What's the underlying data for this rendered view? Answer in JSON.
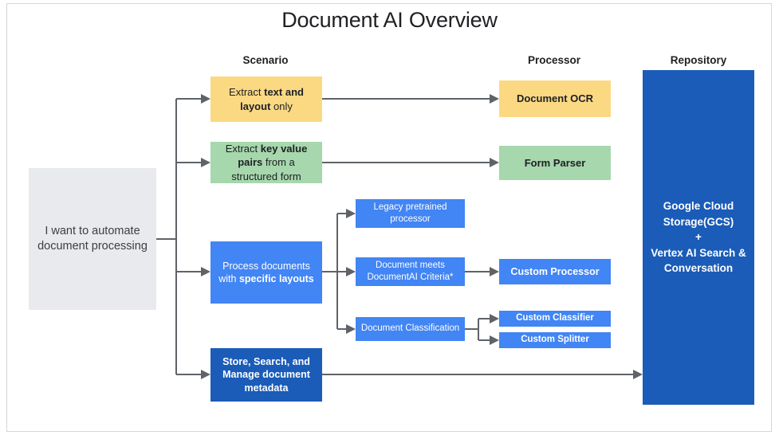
{
  "title": "Document AI Overview",
  "colors": {
    "yellow": "#fbd983",
    "green": "#a6d7ad",
    "blue": "#4285f4",
    "dark_blue": "#1a5cb8",
    "grey": "#e8eaed",
    "connector": "#5f6368",
    "frame": "#d6d6d6"
  },
  "columns": [
    {
      "key": "scenario",
      "label": "Scenario"
    },
    {
      "key": "processor",
      "label": "Processor"
    },
    {
      "key": "repository",
      "label": "Repository"
    }
  ],
  "nodes": {
    "start": {
      "name": "i-want-to-automate-document-processing",
      "text": "I want to automate document processing",
      "color": "grey"
    },
    "scenario_text_layout": {
      "name": "extract-text-and-layout-only",
      "text_prefix": "Extract ",
      "text_bold": "text and layout",
      "text_suffix": " only",
      "color": "yellow"
    },
    "scenario_key_value": {
      "name": "extract-key-value-pairs-from-a-structured-form",
      "text_prefix": "Extract ",
      "text_bold": "key value pairs",
      "text_suffix": " from a structured form",
      "color": "green"
    },
    "scenario_specific_layouts": {
      "name": "process-documents-with-specific-layouts",
      "text_prefix": "Process documents with ",
      "text_bold": "specific layouts",
      "text_suffix": "",
      "color": "blue"
    },
    "scenario_store_search_manage": {
      "name": "store-search-and-manage-document-metadata",
      "text_prefix": "",
      "text_bold": "Store, Search, and Manage",
      "text_suffix": " document metadata",
      "color": "dark_blue"
    },
    "mid_legacy": {
      "name": "legacy-pretrained-processor",
      "text": "Legacy pretrained processor",
      "color": "blue"
    },
    "mid_criteria": {
      "name": "document-meets-documentai-criteria",
      "text": "Document meets DocumentAI Criteria*",
      "color": "blue"
    },
    "mid_classification": {
      "name": "document-classification",
      "text": "Document Classification",
      "color": "blue"
    },
    "proc_document_ocr": {
      "name": "document-ocr",
      "text": "Document OCR",
      "color": "yellow"
    },
    "proc_form_parser": {
      "name": "form-parser",
      "text": "Form Parser",
      "color": "green"
    },
    "proc_custom_processor": {
      "name": "custom-processor",
      "text": "Custom Processor",
      "color": "blue"
    },
    "proc_custom_classifier": {
      "name": "custom-classifier",
      "text": "Custom Classifier",
      "color": "blue"
    },
    "proc_custom_splitter": {
      "name": "custom-splitter",
      "text": "Custom Splitter",
      "color": "blue"
    },
    "repository": {
      "name": "google-cloud-storage-vertex-ai-search-and-conversation",
      "line1": "Google Cloud",
      "line2": "Storage(GCS)",
      "line3": "+",
      "line4": "Vertex AI Search &",
      "line5": "Conversation",
      "color": "dark_blue"
    }
  }
}
